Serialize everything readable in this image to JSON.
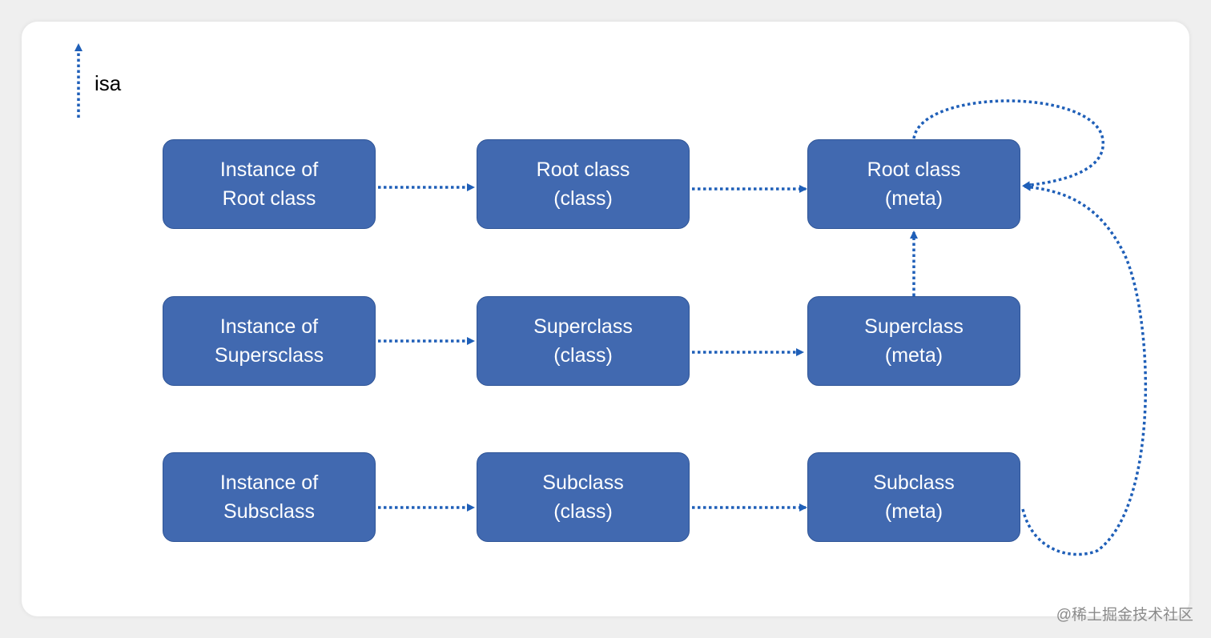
{
  "colors": {
    "box_fill": "#4169b0",
    "box_border": "#2f5597",
    "arrow": "#1f5fb8"
  },
  "legend": {
    "label": "isa"
  },
  "boxes": {
    "instance_root": {
      "line1": "Instance of",
      "line2": "Root class"
    },
    "root_class": {
      "line1": "Root class",
      "line2": "(class)"
    },
    "root_meta": {
      "line1": "Root class",
      "line2": "(meta)"
    },
    "instance_super": {
      "line1": "Instance of",
      "line2": "Supersclass"
    },
    "super_class": {
      "line1": "Superclass",
      "line2": "(class)"
    },
    "super_meta": {
      "line1": "Superclass",
      "line2": "(meta)"
    },
    "instance_sub": {
      "line1": "Instance of",
      "line2": "Subsclass"
    },
    "sub_class": {
      "line1": "Subclass",
      "line2": "(class)"
    },
    "sub_meta": {
      "line1": "Subclass",
      "line2": "(meta)"
    }
  },
  "watermark": "@稀土掘金技术社区"
}
